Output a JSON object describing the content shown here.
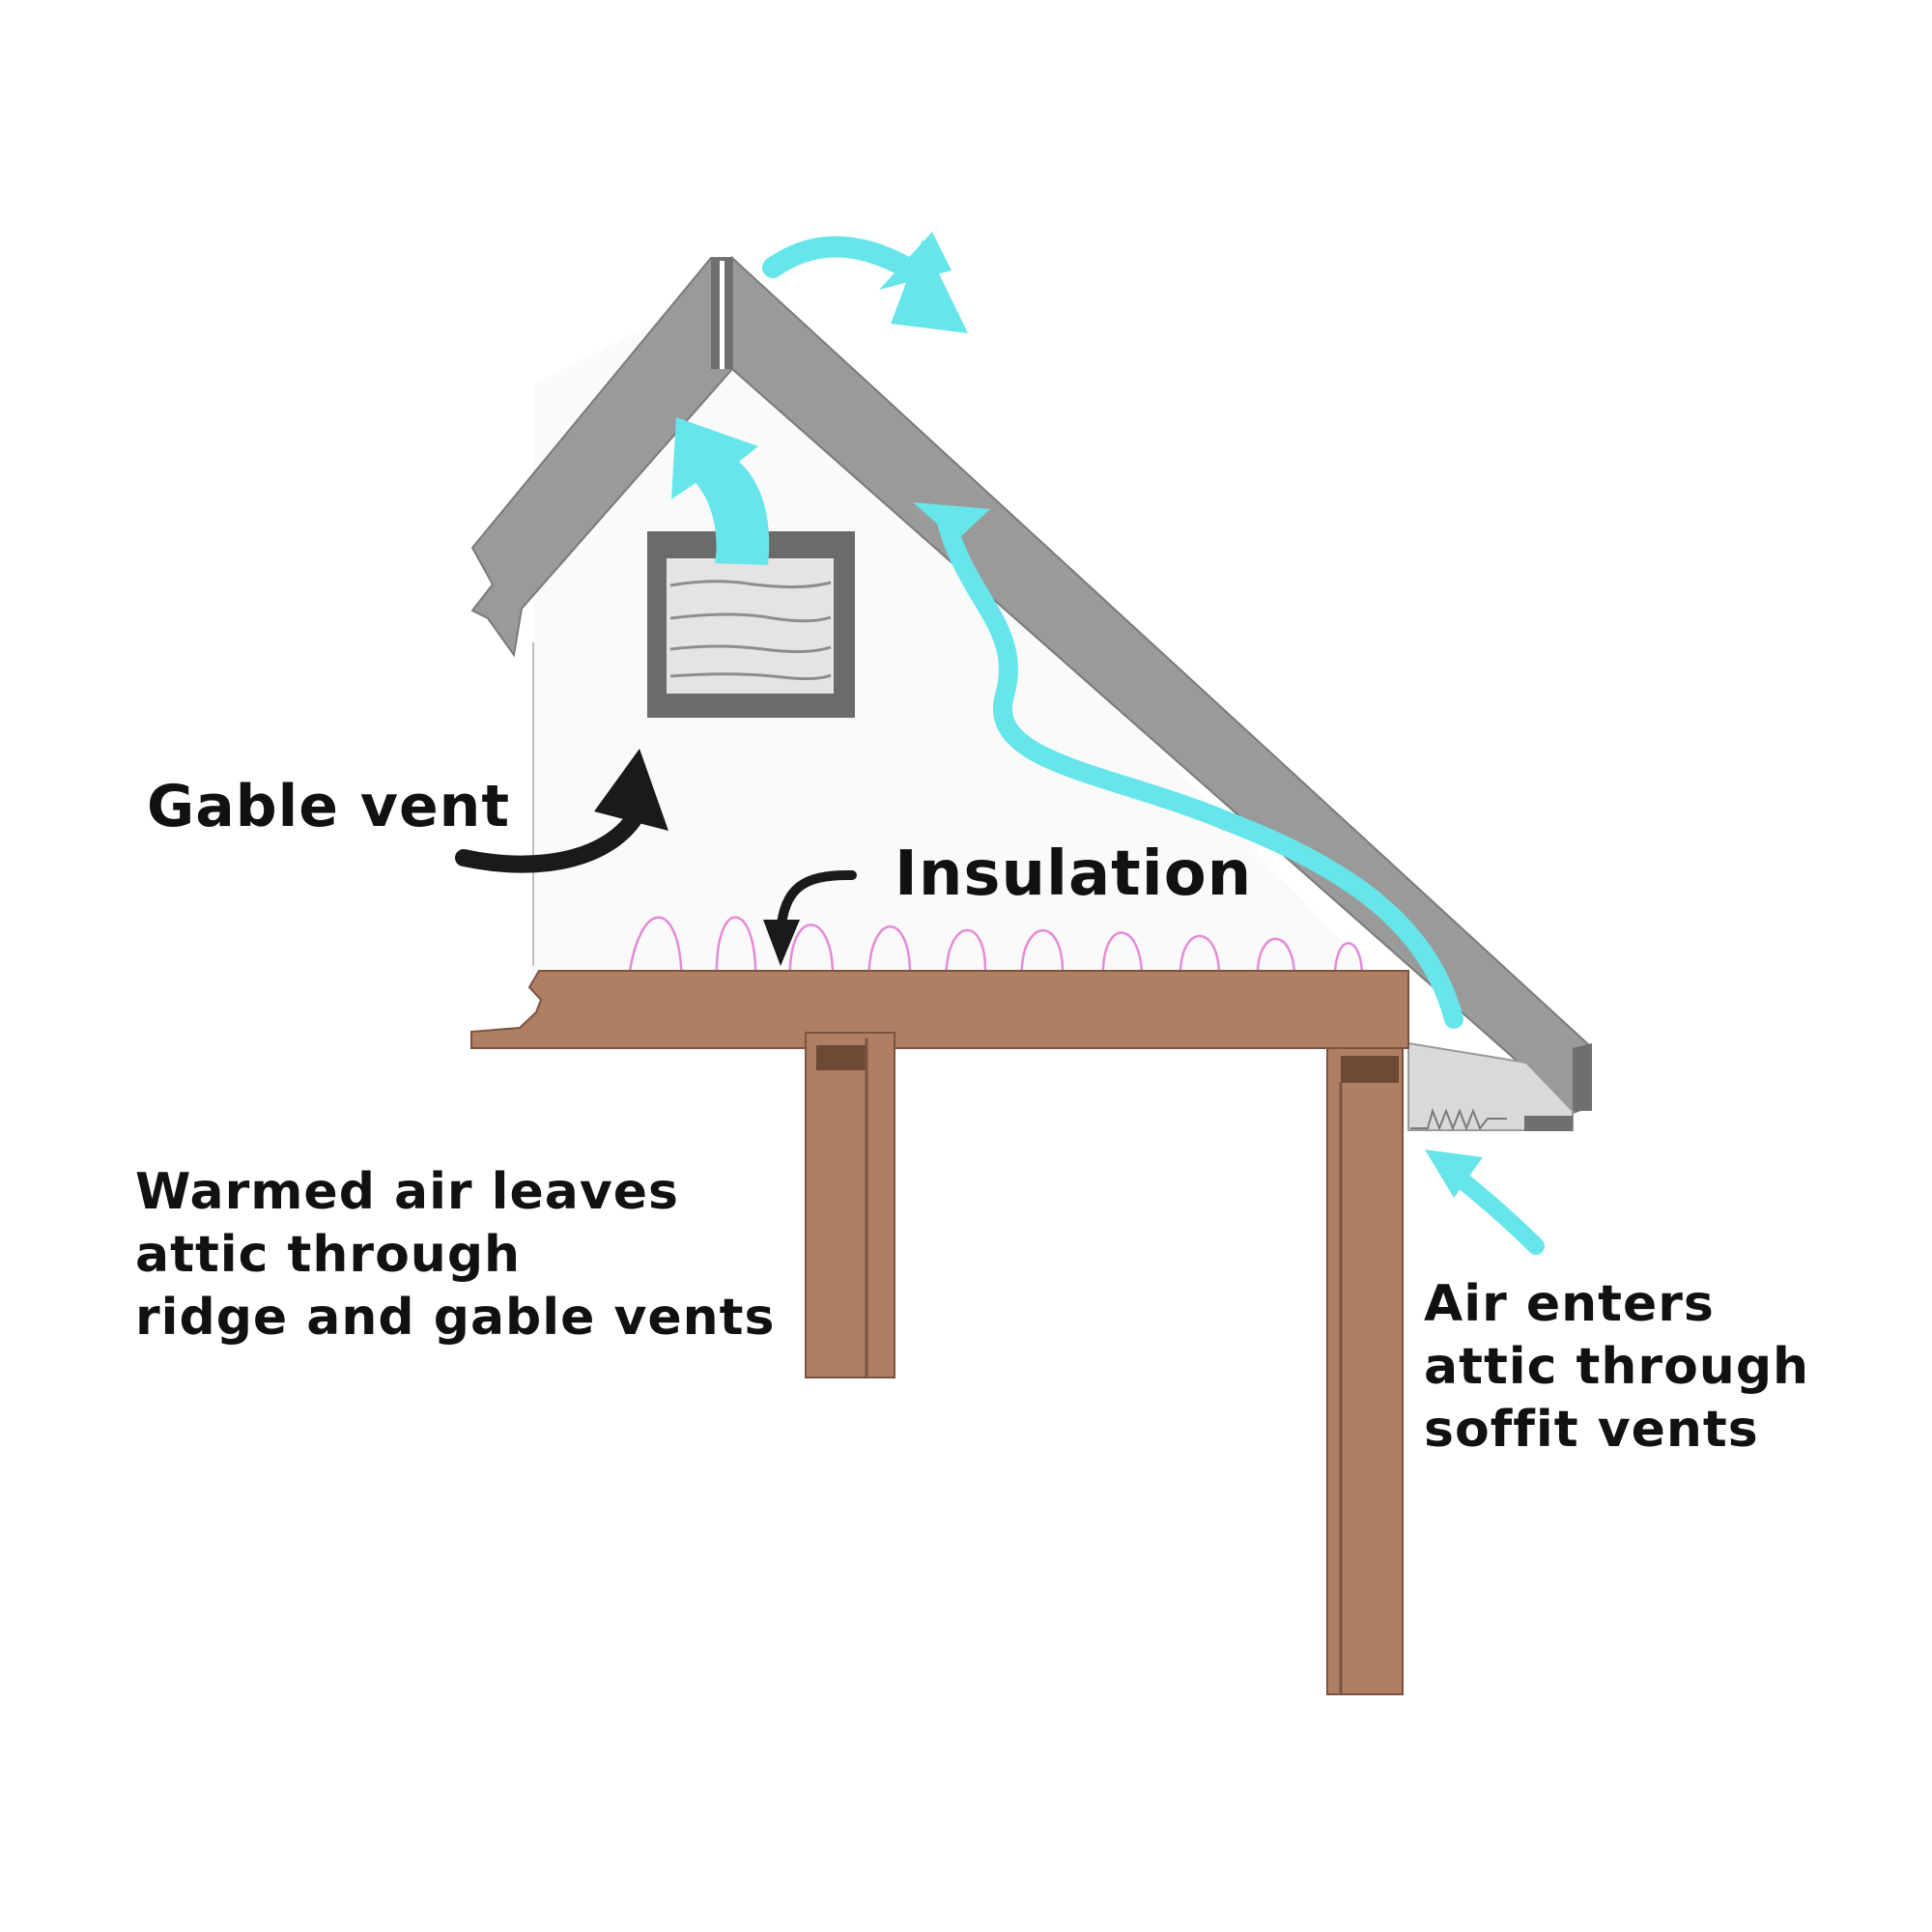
{
  "labels": {
    "gable_vent": "Gable vent",
    "insulation": "Insulation",
    "warm_air": [
      "Warmed air leaves",
      "attic through",
      "ridge and gable vents"
    ],
    "air_enters": [
      "Air enters",
      "attic through",
      "soffit vents"
    ]
  },
  "colors": {
    "roof": "#9a9a9a",
    "roof_edge": "#6f6f6f",
    "wall": "#fafafa",
    "wood": "#b07e63",
    "wood_dark": "#6e4a36",
    "airflow": "#66e6ea",
    "insulation": "#e58ad8",
    "vent_frame": "#6b6b6b",
    "vent_louver": "#e4e4e4",
    "pointer": "#1a1a1a"
  },
  "icons": {
    "ridge_airflow": "curved-arrow-icon",
    "gable_airflow": "upward-arrow-icon",
    "soffit_airflow": "arrow-icon",
    "pointer": "black-curved-arrow-icon"
  }
}
